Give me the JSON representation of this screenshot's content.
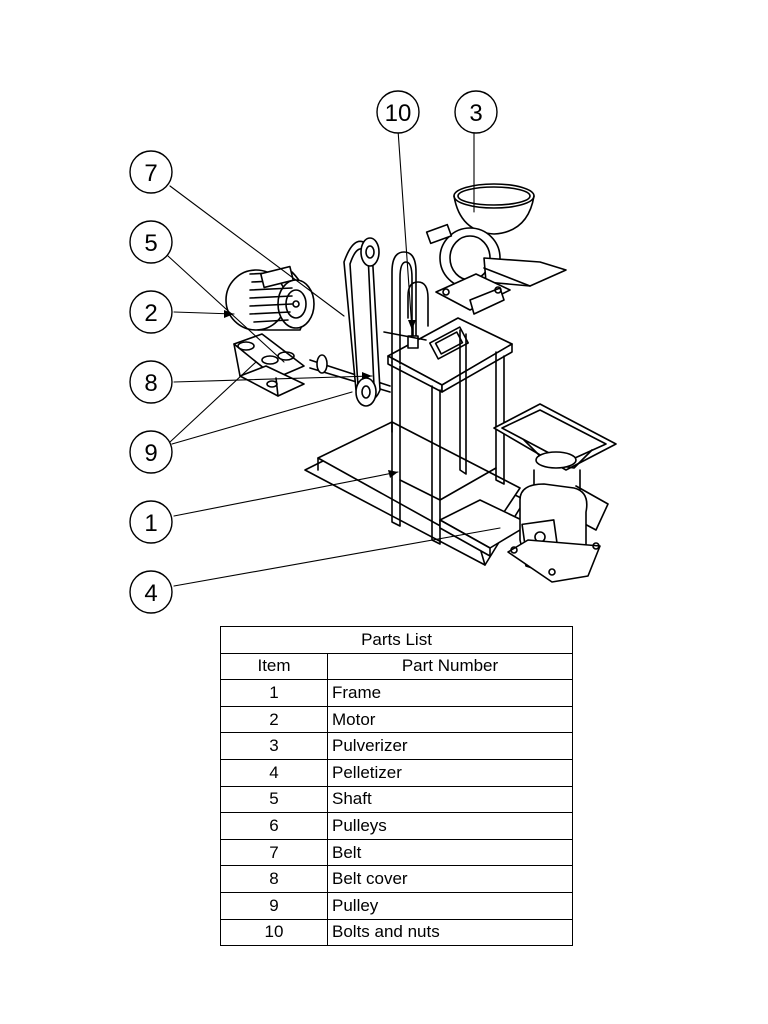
{
  "balloons": [
    {
      "label": "10",
      "name": "balloon-10",
      "part": "bolts-and-nuts"
    },
    {
      "label": "3",
      "name": "balloon-3",
      "part": "pulverizer"
    },
    {
      "label": "7",
      "name": "balloon-7",
      "part": "belt"
    },
    {
      "label": "5",
      "name": "balloon-5",
      "part": "shaft"
    },
    {
      "label": "2",
      "name": "balloon-2",
      "part": "motor"
    },
    {
      "label": "8",
      "name": "balloon-8",
      "part": "belt-cover"
    },
    {
      "label": "9",
      "name": "balloon-9",
      "part": "pulley"
    },
    {
      "label": "1",
      "name": "balloon-1",
      "part": "frame"
    },
    {
      "label": "4",
      "name": "balloon-4",
      "part": "pelletizer"
    }
  ],
  "parts_list": {
    "title": "Parts List",
    "headers": {
      "item": "Item",
      "part_number": "Part Number"
    },
    "rows": [
      {
        "item": "1",
        "part": "Frame"
      },
      {
        "item": "2",
        "part": "Motor"
      },
      {
        "item": "3",
        "part": "Pulverizer"
      },
      {
        "item": "4",
        "part": "Pelletizer"
      },
      {
        "item": "5",
        "part": "Shaft"
      },
      {
        "item": "6",
        "part": "Pulleys"
      },
      {
        "item": "7",
        "part": "Belt"
      },
      {
        "item": "8",
        "part": "Belt cover"
      },
      {
        "item": "9",
        "part": "Pulley"
      },
      {
        "item": "10",
        "part": "Bolts and nuts"
      }
    ]
  }
}
